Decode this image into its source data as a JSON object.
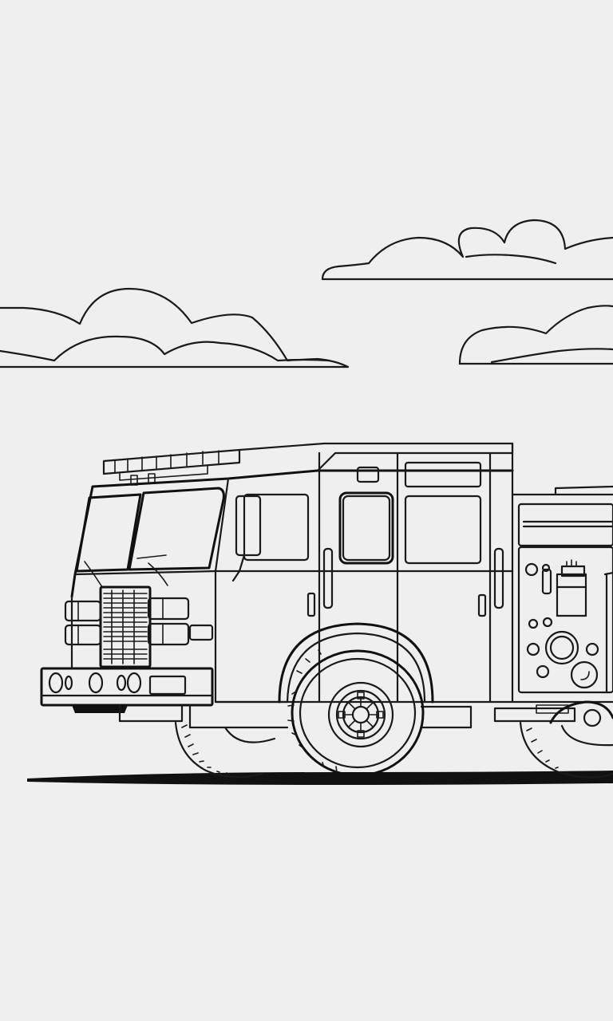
{
  "scene": {
    "background_color": "#efefef",
    "line_color": "#1a1a1a",
    "subject": "fire-truck-line-art",
    "clouds": 3,
    "style": "coloring-page"
  }
}
